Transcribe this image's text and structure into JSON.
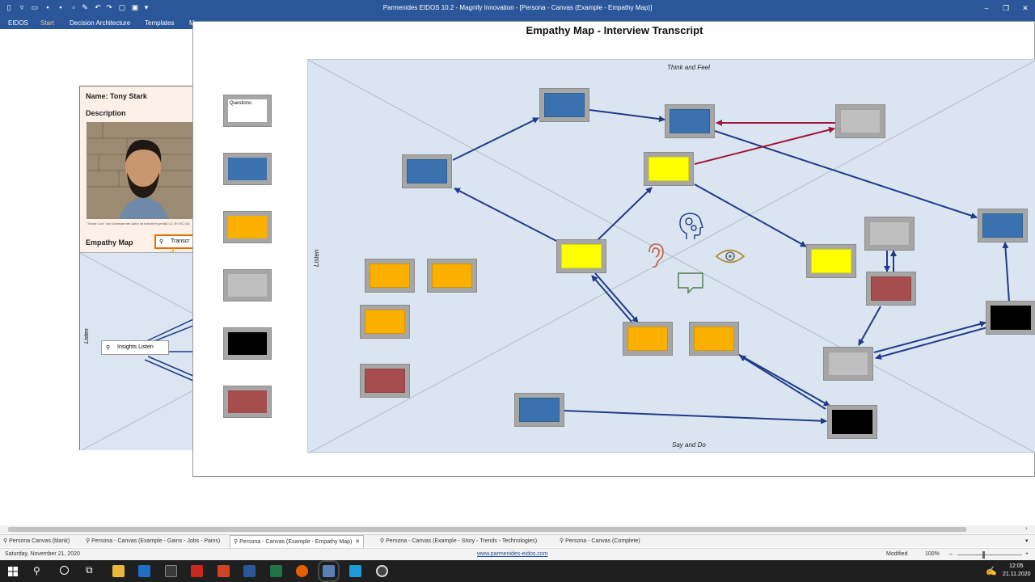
{
  "window": {
    "title": "Parmenides EIDOS 10.2 - Magnify Innovation - [Persona - Canvas (Example - Empathy Map)]"
  },
  "ribbon": {
    "tabs": [
      "EIDOS",
      "Start",
      "Decision Architecture",
      "Templates",
      "M"
    ]
  },
  "persona": {
    "name": "Name: Tony Stark",
    "description_label": "Description",
    "photo_caption": "\"Jessie Lion\" von Unbekannter Autor ist lizenziert gemäß CC BY-NC-ND",
    "empathy_label": "Empathy Map",
    "transcript_button": "Transcr",
    "insights_button": "Insights Listen",
    "listen_label": "Listen"
  },
  "canvas": {
    "title": "Empathy Map - Interview Transcript",
    "think_feel": "Think and Feel",
    "say_do": "Say and Do",
    "listen": "Listen",
    "legend_questions": "Questions"
  },
  "colors": {
    "blue": "#3a72b0",
    "orange": "#fbb000",
    "yellow": "#ffff00",
    "gray": "#bfbfbf",
    "black": "#000000",
    "red": "#a64d4d",
    "white": "#ffffff",
    "arrow_blue": "#1f3c88",
    "arrow_red": "#a0173a",
    "accent": "#2b579a"
  },
  "doc_tabs": [
    "Persona Canvas (blank)",
    "Persona - Canvas (Example - Gains - Jobs - Pains)",
    "Persona - Canvas (Example - Empathy Map)",
    "Persona - Canvas (Example - Story - Trends - Technologies)",
    "Persona - Canvas (Complete)"
  ],
  "status": {
    "date": "Saturday, November 21, 2020",
    "link": "www.parmenides-eidos.com",
    "modified": "Modified",
    "zoom": "100%"
  },
  "taskbar": {
    "time": "12:05",
    "date": "21.11.2020"
  }
}
